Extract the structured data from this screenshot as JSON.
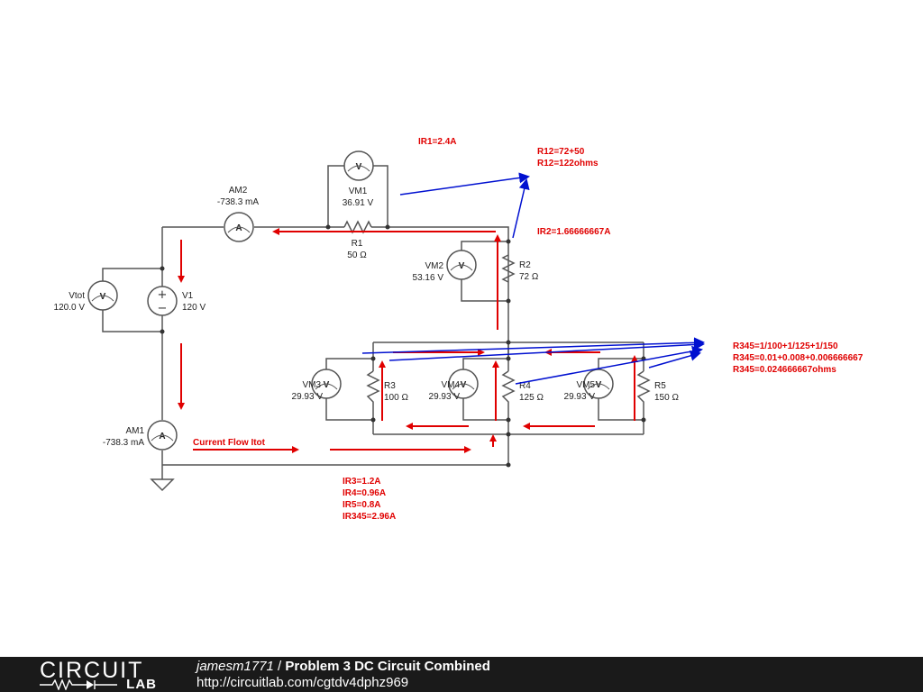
{
  "components": {
    "am2": {
      "name": "AM2",
      "value": "-738.3 mA"
    },
    "vm1": {
      "name": "VM1",
      "value": "36.91 V"
    },
    "r1": {
      "name": "R1",
      "value": "50 Ω"
    },
    "vm2": {
      "name": "VM2",
      "value": "53.16 V"
    },
    "r2": {
      "name": "R2",
      "value": "72 Ω"
    },
    "vtot": {
      "name": "Vtot",
      "value": "120.0 V"
    },
    "v1": {
      "name": "V1",
      "value": "120 V"
    },
    "vm3": {
      "name": "VM3",
      "value": "29.93 V"
    },
    "r3": {
      "name": "R3",
      "value": "100 Ω"
    },
    "vm4": {
      "name": "VM4",
      "value": "29.93 V"
    },
    "r4": {
      "name": "R4",
      "value": "125 Ω"
    },
    "vm5": {
      "name": "VM5",
      "value": "29.93 V"
    },
    "r5": {
      "name": "R5",
      "value": "150 Ω"
    },
    "am1": {
      "name": "AM1",
      "value": "-738.3 mA"
    }
  },
  "annotations": {
    "ir1": "IR1=2.4A",
    "r12": [
      "R12=72+50",
      "R12=122ohms"
    ],
    "ir2": "IR2=1.66666667A",
    "r345": [
      "R345=1/100+1/125+1/150",
      "R345=0.01+0.008+0.006666667",
      "R345=0.024666667ohms"
    ],
    "current_flow": "Current Flow Itot",
    "ir345": [
      "IR3=1.2A",
      "IR4=0.96A",
      "IR5=0.8A",
      "IR345=2.96A"
    ]
  },
  "colors": {
    "arrow_red": "#e00000",
    "arrow_blue": "#0010d0",
    "wire": "#555555",
    "footer_bg": "#1a1a1a"
  },
  "footer": {
    "logo_top": "CIRCUIT",
    "logo_bottom": "LAB",
    "author": "jamesm1771",
    "separator": " / ",
    "title": "Problem 3 DC Circuit Combined",
    "url": "http://circuitlab.com/cgtdv4dphz969"
  }
}
